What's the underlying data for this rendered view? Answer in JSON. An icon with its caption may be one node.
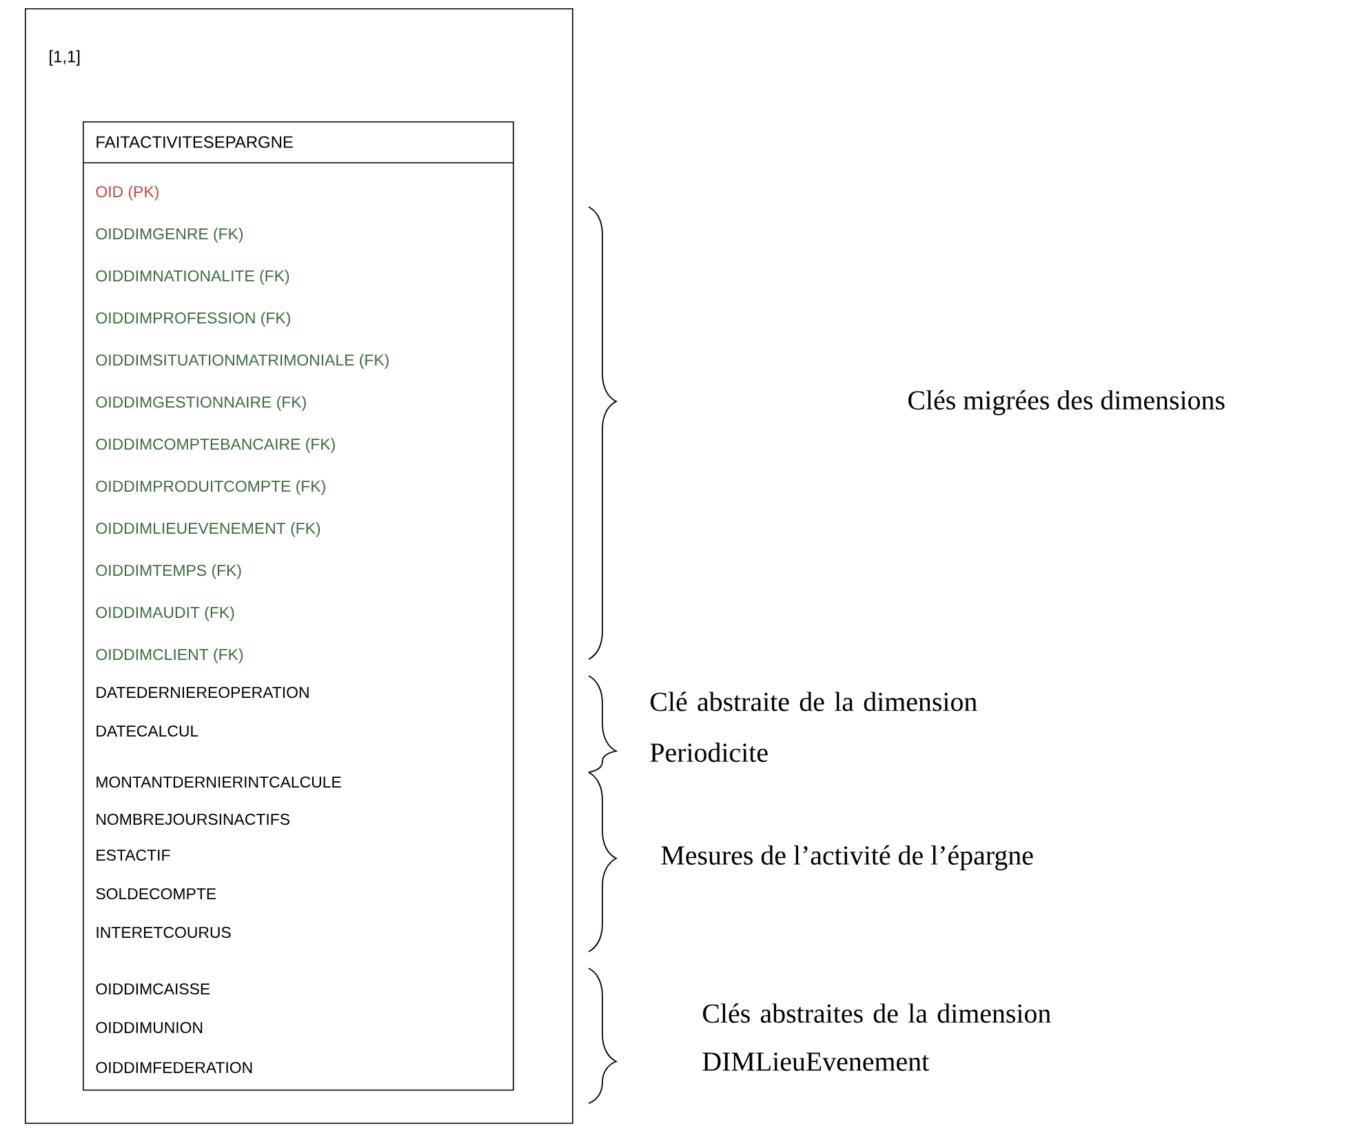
{
  "diagram": {
    "nodes": [
      {
        "text": [
          "[1,1]"
        ]
      },
      {
        "text": [
          "FAITACTIVITESEPARGNE",
          "OID (PK)",
          "OIDDIMGENRE (FK)",
          "OIDDIMNATIONALITE (FK)",
          "OIDDIMPROFESSION (FK)",
          "OIDDIMSITUATIONMATRIMONIALE (FK)",
          "OIDDIMGESTIONNAIRE (FK)",
          "OIDDIMCOMPTEBANCAIRE (FK)",
          "OIDDIMPRODUITCOMPTE (FK)",
          "OIDDIMLIEUEVENEMENT (FK)",
          "OIDDIMTEMPS (FK)",
          "OIDDIMAUDIT (FK)",
          "OIDDIMCLIENT (FK)",
          "DATEDERNIEREOPERATION",
          "DATECALCUL",
          "MONTANTDERNIERINTCALCULE",
          "NOMBREJOURSINACTIFS",
          "ESTACTIF",
          "SOLDECOMPTE",
          "INTERETCOURUS",
          "OIDDIMCAISSE",
          "OIDDIMUNION",
          "OIDDIMFEDERATION"
        ],
        "in": 0
      }
    ],
    "edges": [],
    "labels": [
      "Clés migrées des dimensions",
      "Clé abstraite de la dimension Periodicite",
      "Mesures de l’activité de l’épargne",
      "Clés abstraites de la dimension DIMLieuEvenement"
    ]
  }
}
